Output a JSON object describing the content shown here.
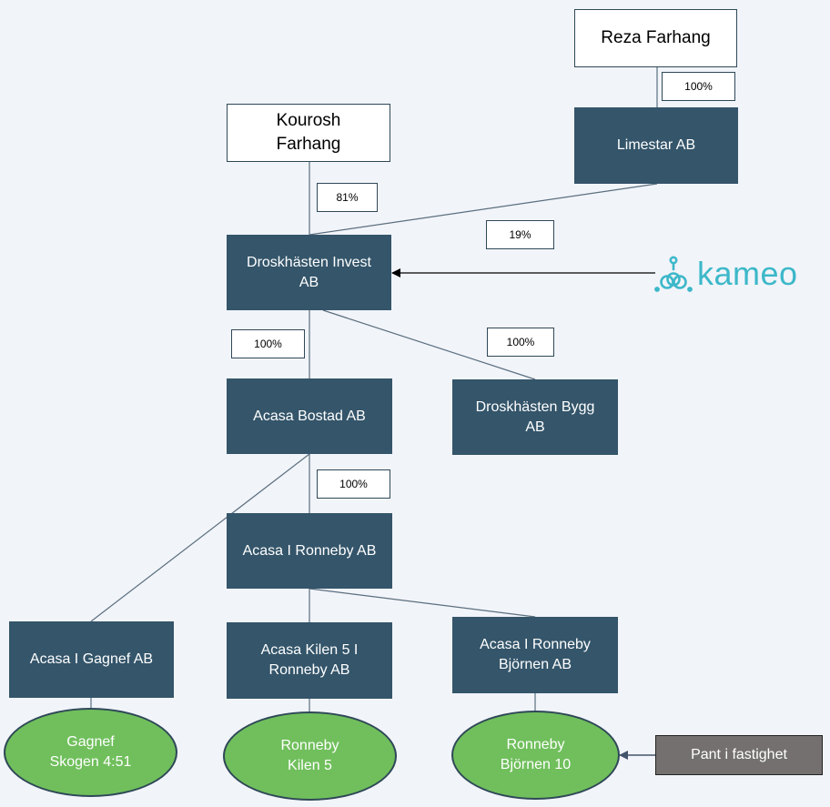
{
  "persons": {
    "reza": "Reza Farhang",
    "kourosh": "Kourosh\nFarhang"
  },
  "companies": {
    "limestar": "Limestar AB",
    "droskhasten_invest": "Droskhästen Invest\nAB",
    "acasa_bostad": "Acasa Bostad AB",
    "droskhasten_bygg": "Droskhästen Bygg\nAB",
    "acasa_ronneby": "Acasa I Ronneby AB",
    "acasa_gagnef": "Acasa I Gagnef AB",
    "acasa_kilen": "Acasa Kilen 5 I\nRonneby AB",
    "acasa_bjornen": "Acasa I Ronneby\nBjörnen AB"
  },
  "properties": {
    "gagnef": "Gagnef\nSkogen 4:51",
    "kilen": "Ronneby\nKilen 5",
    "bjornen": "Ronneby\nBjörnen 10"
  },
  "ownership": {
    "reza_limestar": "100%",
    "kourosh_invest": "81%",
    "limestar_invest": "19%",
    "invest_bostad": "100%",
    "invest_bygg": "100%",
    "bostad_ronneby": "100%"
  },
  "pant": "Pant i fastighet",
  "logo": {
    "text": "kameo",
    "color": "#3cb8c9"
  },
  "colors": {
    "company": "#34556a",
    "property": "#70bf5c",
    "pant": "#747070",
    "background": "#f1f4f9"
  }
}
